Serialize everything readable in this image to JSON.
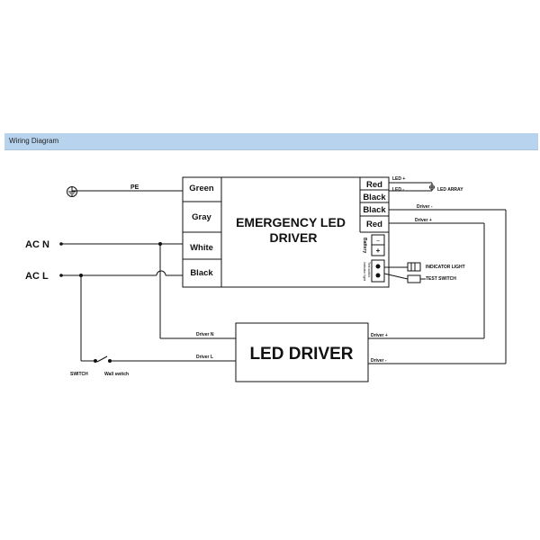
{
  "header": {
    "title": "Wiring Diagram"
  },
  "diagram": {
    "pe_label": "PE",
    "ac_n_label": "AC N",
    "ac_l_label": "AC L",
    "switch_label": "SWITCH",
    "wall_switch_label": "Wall switch",
    "emergency_driver": {
      "title_line1": "EMERGENCY LED",
      "title_line2": "DRIVER",
      "left_terminals": [
        "Green",
        "Gray",
        "White",
        "Black"
      ],
      "right_terminals": [
        "Red",
        "Black",
        "Black",
        "Red"
      ],
      "battery_label": "Battery",
      "battery_minus": "−",
      "battery_plus": "+",
      "indicator_label": "Indicator light",
      "test_switch_label": "Test switch"
    },
    "led_driver": {
      "title": "LED DRIVER",
      "driver_n": "Driver N",
      "driver_l": "Driver L",
      "driver_plus_out": "Driver +",
      "driver_minus_out": "Driver -"
    },
    "outputs": {
      "led_plus": "LED +",
      "led_minus": "LED -",
      "led_array": "LED ARRAY",
      "driver_minus": "Driver -",
      "driver_plus": "Driver +",
      "indicator_light": "INDICATOR LIGHT",
      "test_switch": "TEST SWITCH"
    }
  }
}
